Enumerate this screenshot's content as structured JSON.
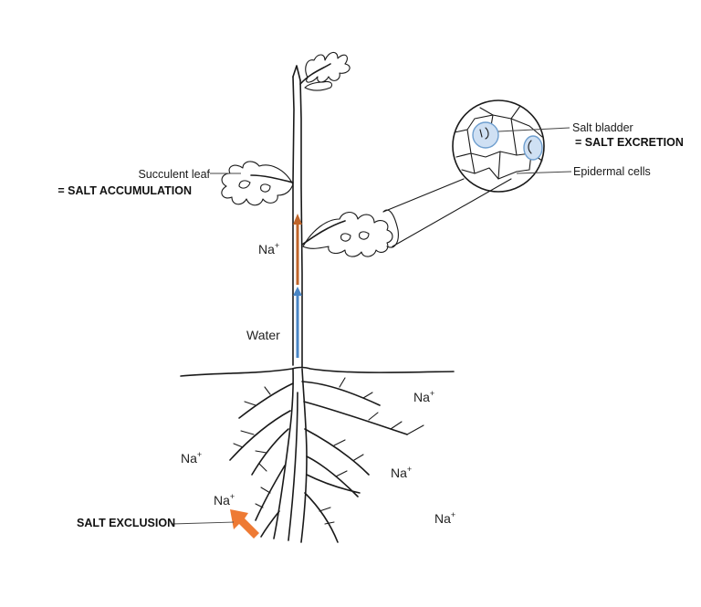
{
  "colors": {
    "sodium": "#c0652a",
    "water": "#4a86c5",
    "exclusion_arrow": "#ee7a34",
    "bladder_fill": "#cfe0f3",
    "bladder_stroke": "#6f9fcf"
  },
  "labels": {
    "succulent_leaf": "Succulent leaf",
    "salt_accumulation": "= SALT ACCUMULATION",
    "salt_bladder": "Salt bladder",
    "salt_excretion": "= SALT EXCRETION",
    "epidermal_cells": "Epidermal cells",
    "salt_exclusion": "SALT EXCLUSION",
    "water": "Water"
  },
  "ions": [
    {
      "id": "stem",
      "base": "Na",
      "charge": "+"
    },
    {
      "id": "soil-right-top",
      "base": "Na",
      "charge": "+"
    },
    {
      "id": "soil-left",
      "base": "Na",
      "charge": "+"
    },
    {
      "id": "soil-right-mid",
      "base": "Na",
      "charge": "+"
    },
    {
      "id": "soil-exclusion",
      "base": "Na",
      "charge": "+"
    },
    {
      "id": "soil-right-bottom",
      "base": "Na",
      "charge": "+"
    }
  ]
}
